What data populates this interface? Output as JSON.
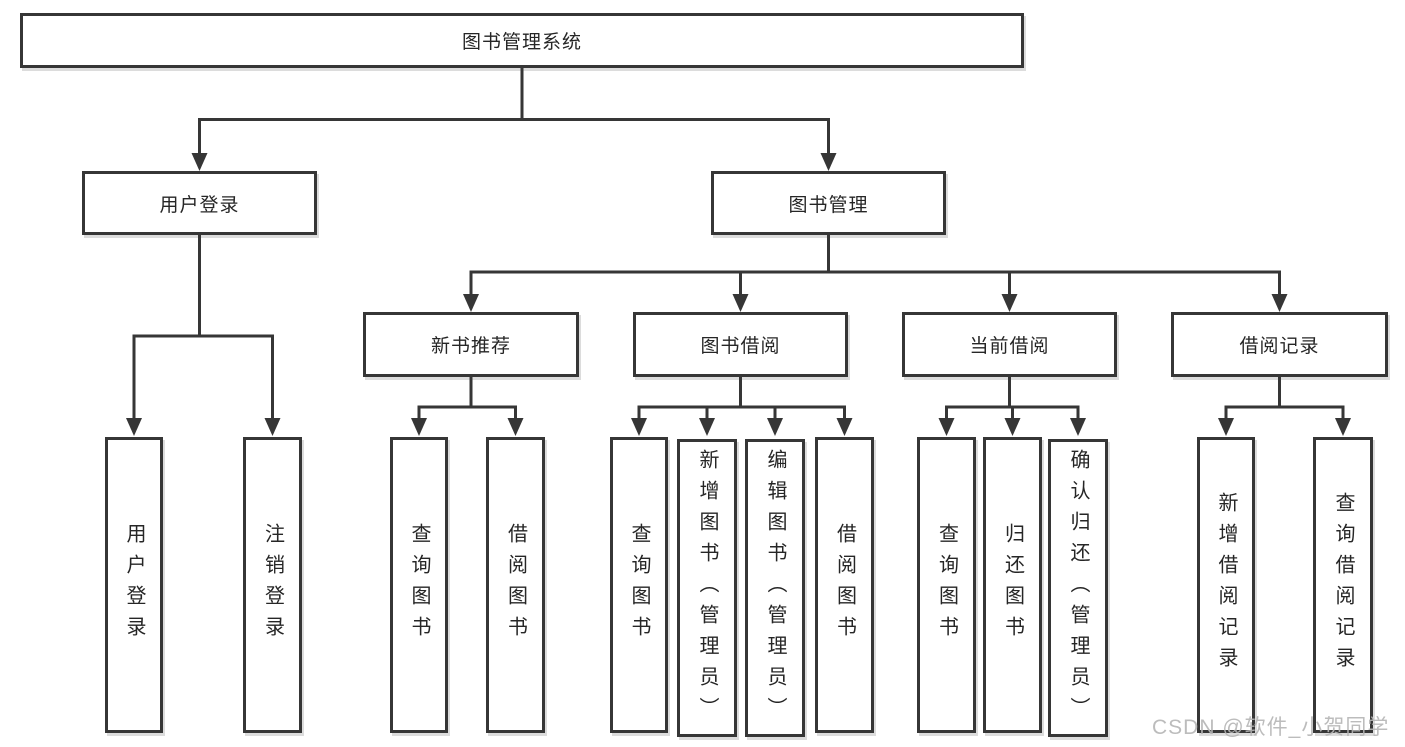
{
  "tree": {
    "root": "图书管理系统",
    "branches": [
      {
        "label": "用户登录",
        "children": [
          "用户登录",
          "注销登录"
        ]
      },
      {
        "label": "图书管理",
        "groups": [
          {
            "label": "新书推荐",
            "children": [
              "查询图书",
              "借阅图书"
            ]
          },
          {
            "label": "图书借阅",
            "children": [
              "查询图书",
              "新增图书（管理员）",
              "编辑图书（管理员）",
              "借阅图书"
            ]
          },
          {
            "label": "当前借阅",
            "children": [
              "查询图书",
              "归还图书",
              "确认归还（管理员）"
            ]
          },
          {
            "label": "借阅记录",
            "children": [
              "新增借阅记录",
              "查询借阅记录"
            ]
          }
        ]
      }
    ]
  },
  "watermark": {
    "text": "CSDN @软件_小贺同学"
  },
  "colors": {
    "line": "#363636",
    "text": "#262626",
    "watermark": "#b5b5b5",
    "background": "#ffffff"
  }
}
